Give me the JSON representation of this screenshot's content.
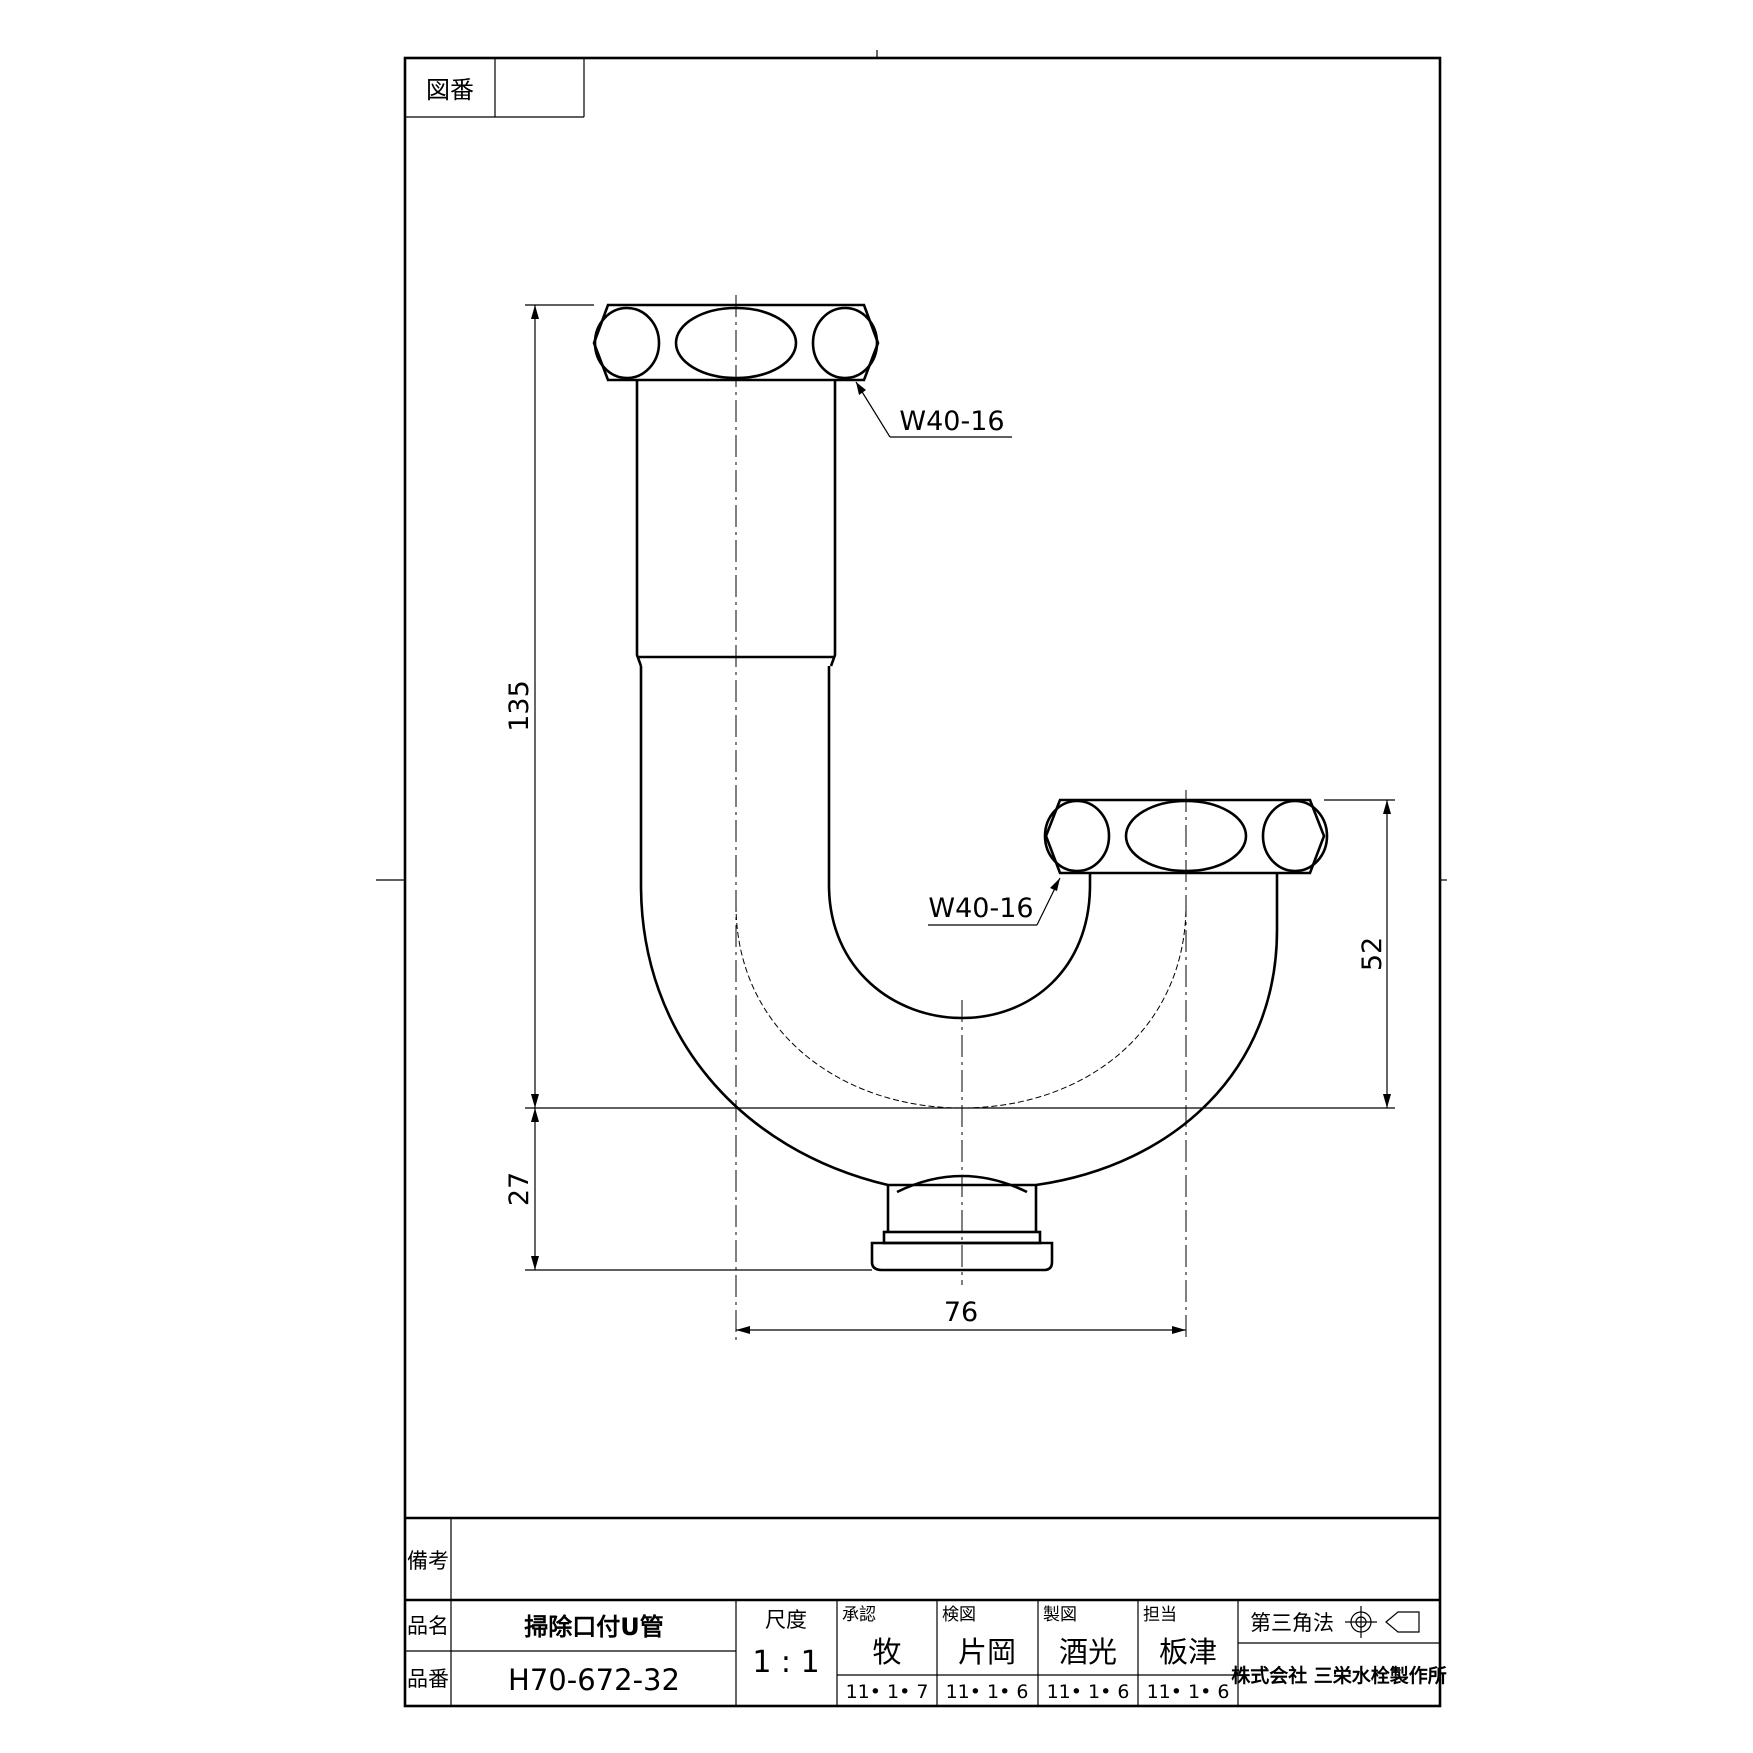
{
  "drawing_number": {
    "label": "図番",
    "value": ""
  },
  "callouts": {
    "top_thread": "W40-16",
    "side_thread": "W40-16"
  },
  "dimensions": {
    "total_height": "135",
    "bottom_height": "27",
    "right_height": "52",
    "width": "76"
  },
  "title_block": {
    "remarks_label": "備考",
    "remarks_value": "",
    "part_name_label": "品名",
    "part_name": "掃除口付U管",
    "part_number_label": "品番",
    "part_number": "H70-672-32",
    "scale_label": "尺度",
    "scale": "1 : 1",
    "approved_label": "承認",
    "approved_name": "牧",
    "approved_date": "11• 1• 7",
    "checked_label": "検図",
    "checked_name": "片岡",
    "checked_date": "11• 1• 6",
    "drawn_label": "製図",
    "drawn_name": "酒光",
    "drawn_date": "11• 1• 6",
    "charge_label": "担当",
    "charge_name": "板津",
    "charge_date": "11• 1• 6",
    "projection_label": "第三角法",
    "company": "株式会社 三栄水栓製作所"
  }
}
